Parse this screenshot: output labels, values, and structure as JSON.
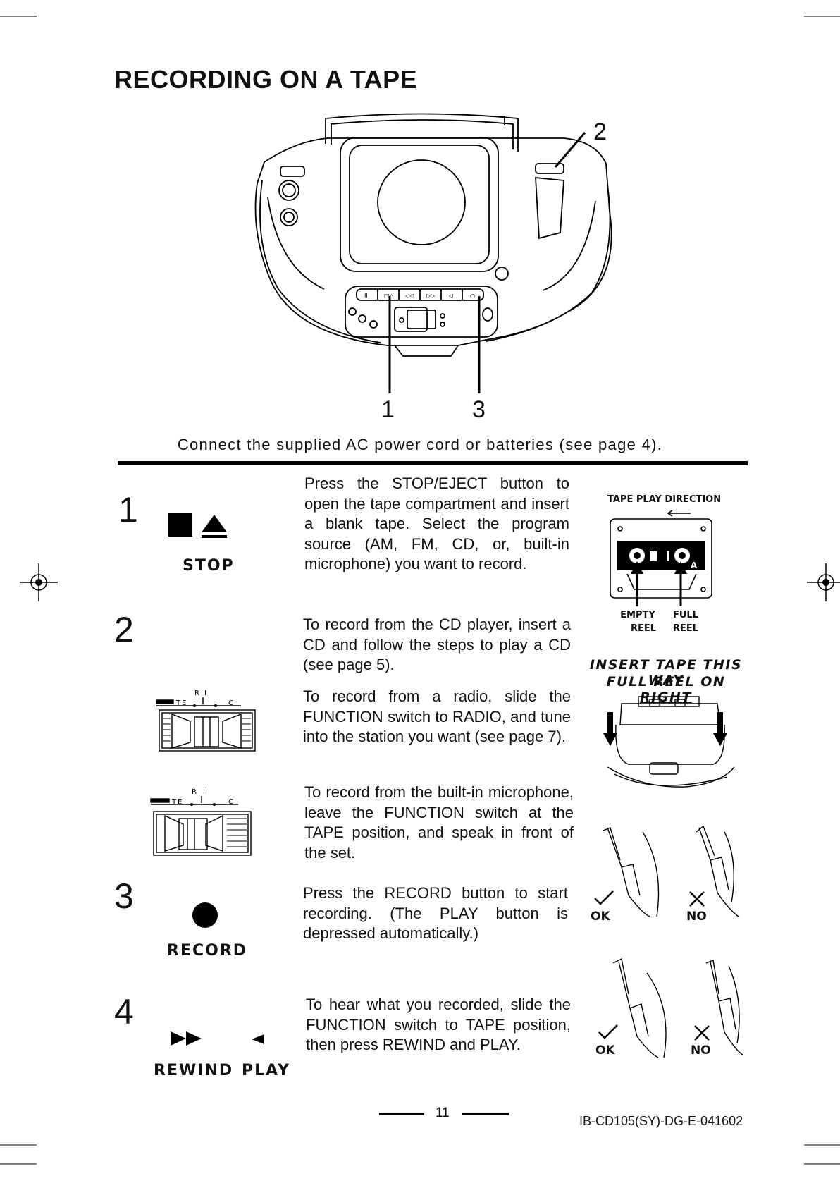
{
  "title": "RECORDING ON A TAPE",
  "callouts": [
    "1",
    "2",
    "3"
  ],
  "intro": "Connect the supplied AC power cord or batteries (see page 4).",
  "steps": [
    {
      "number": "1",
      "icon_labels": [
        "STOP"
      ],
      "text": "Press the STOP/EJECT button to open the tape compartment and insert a blank tape.  Select the program source (AM, FM, CD, or, built-in microphone) you want to record."
    },
    {
      "number": "2",
      "texts": [
        "To record from the CD player, insert a CD and follow the steps to play a CD (see page 5).",
        "To record from a radio, slide the FUNCTION switch to RADIO, and tune into the station you want (see page 7).",
        "To record from the built-in microphone, leave the FUNCTION switch at the TAPE position, and speak in front of the set."
      ]
    },
    {
      "number": "3",
      "icon_labels": [
        "RECORD"
      ],
      "text": "Press the RECORD button to start recording. (The PLAY button is depressed automatically.)"
    },
    {
      "number": "4",
      "icon_labels": [
        "REWIND",
        "PLAY"
      ],
      "text": "To hear what you recorded, slide the FUNCTION switch to TAPE position, then press REWIND and PLAY."
    }
  ],
  "tape_diagram": {
    "direction_label": "TAPE PLAY DIRECTION",
    "side_letter": "A",
    "empty_reel": [
      "EMPTY",
      "REEL"
    ],
    "full_reel": [
      "FULL",
      "REEL"
    ]
  },
  "insert_caption": [
    "INSERT TAPE THIS WAY",
    "FULL REEL ON RIGHT"
  ],
  "ok_label": "OK",
  "no_label": "NO",
  "switch_letters": [
    "T",
    "E",
    "R",
    "I",
    "C"
  ],
  "page_number": "11",
  "doc_code": "IB-CD105(SY)-DG-E-041602"
}
